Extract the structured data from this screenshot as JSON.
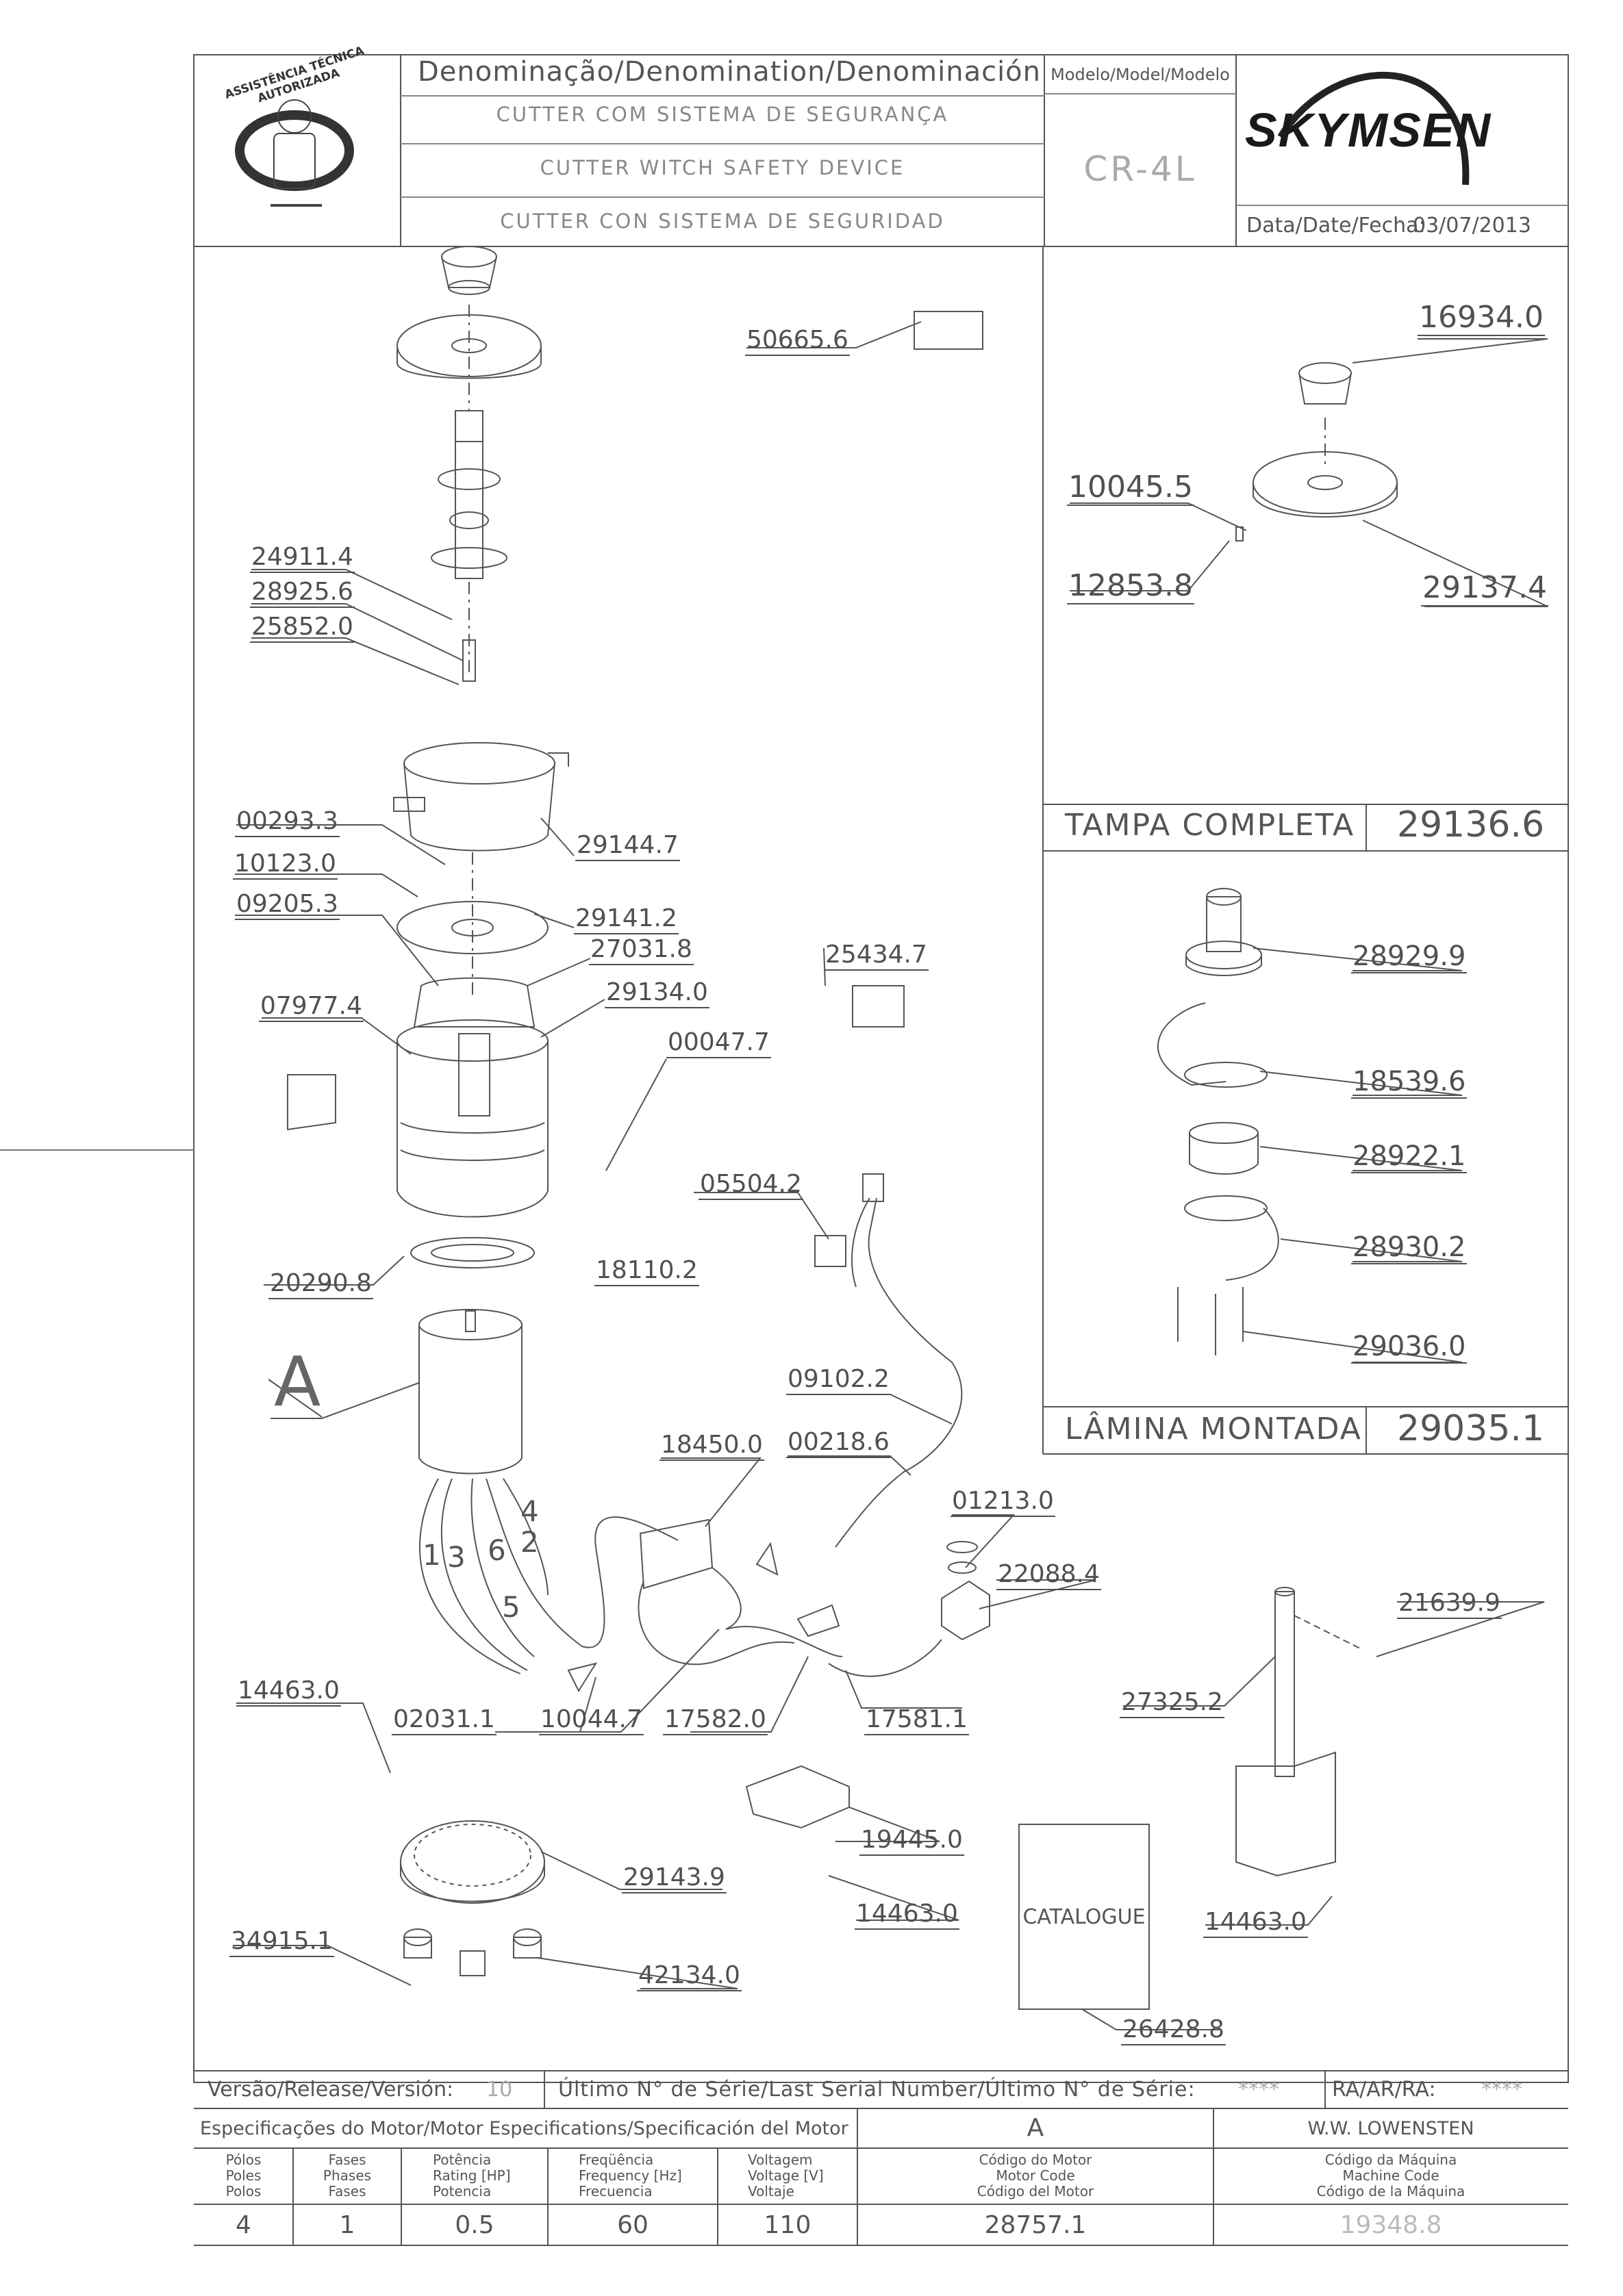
{
  "header": {
    "denomination_title": "Denominação/Denomination/Denominación",
    "name_pt": "CUTTER COM SISTEMA DE SEGURANÇA",
    "name_en": "CUTTER WITCH SAFETY DEVICE",
    "name_es": "CUTTER CON SISTEMA DE SEGURIDAD",
    "model_title": "Modelo/Model/Modelo",
    "model_value": "CR-4L",
    "brand": "SKYMSEN",
    "date_label": "Data/Date/Fecha:",
    "date_value": "03/07/2013",
    "seal_text": "ASSISTÊNCIA TÉCNICA AUTORIZADA"
  },
  "parts_main": {
    "p50665": "50665.6",
    "p24911": "24911.4",
    "p28925": "28925.6",
    "p25852": "25852.0",
    "p00293": "00293.3",
    "p29144": "29144.7",
    "p10123": "10123.0",
    "p29141": "29141.2",
    "p09205": "09205.3",
    "p27031": "27031.8",
    "p29134": "29134.0",
    "p07977": "07977.4",
    "p00047": "00047.7",
    "p25434": "25434.7",
    "p05504": "05504.2",
    "p18110": "18110.2",
    "p20290": "20290.8",
    "pA": "A",
    "p09102": "09102.2",
    "p18450": "18450.0",
    "p00218": "00218.6",
    "p01213": "01213.0",
    "p22088": "22088.4",
    "p02031": "02031.1",
    "p10044": "10044.7",
    "p17582": "17582.0",
    "p17581": "17581.1",
    "p14463a": "14463.0",
    "p29143": "29143.9",
    "p19445": "19445.0",
    "p14463b": "14463.0",
    "p34915": "34915.1",
    "p42134": "42134.0",
    "catalogue": "CATALOGUE",
    "p26428": "26428.8",
    "p21639": "21639.9",
    "p27325": "27325.2",
    "p14463c": "14463.0",
    "wire_numbers": [
      "1",
      "3",
      "6",
      "4",
      "2",
      "5"
    ]
  },
  "tampa": {
    "p16934": "16934.0",
    "p10045": "10045.5",
    "p12853": "12853.8",
    "p29137": "29137.4",
    "title": "TAMPA COMPLETA",
    "code": "29136.6"
  },
  "lamina": {
    "p28929": "28929.9",
    "p18539": "18539.6",
    "p28922": "28922.1",
    "p28930": "28930.2",
    "p29036": "29036.0",
    "title": "LÂMINA MONTADA",
    "code": "29035.1"
  },
  "footer": {
    "version_label": "Versão/Release/Versión:",
    "version_value": "10",
    "serial_label": "Último N° de Série/Last Serial Number/Último N° de Série:",
    "serial_value": "****",
    "ra_label": "RA/AR/RA:",
    "ra_value": "****",
    "motor_spec_label": "Especificações do Motor/Motor Especifications/Specificación del Motor",
    "motor_letter": "A",
    "manufacturer": "W.W. LOWENSTEN",
    "col_poles": [
      "Pólos",
      "Poles",
      "Polos"
    ],
    "col_phases": [
      "Fases",
      "Phases",
      "Fases"
    ],
    "col_power": [
      "Potência",
      "Rating [HP]",
      "Potencia"
    ],
    "col_freq": [
      "Freqüência",
      "Frequency [Hz]",
      "Frecuencia"
    ],
    "col_voltage": [
      "Voltagem",
      "Voltage [V]",
      "Voltaje"
    ],
    "col_motor_code": [
      "Código do Motor",
      "Motor Code",
      "Código del Motor"
    ],
    "col_machine_code": [
      "Código da Máquina",
      "Machine Code",
      "Código de la Máquina"
    ],
    "poles": "4",
    "phases": "1",
    "power": "0.5",
    "frequency": "60",
    "voltage": "110",
    "motor_code": "28757.1",
    "machine_code": "19348.8"
  }
}
